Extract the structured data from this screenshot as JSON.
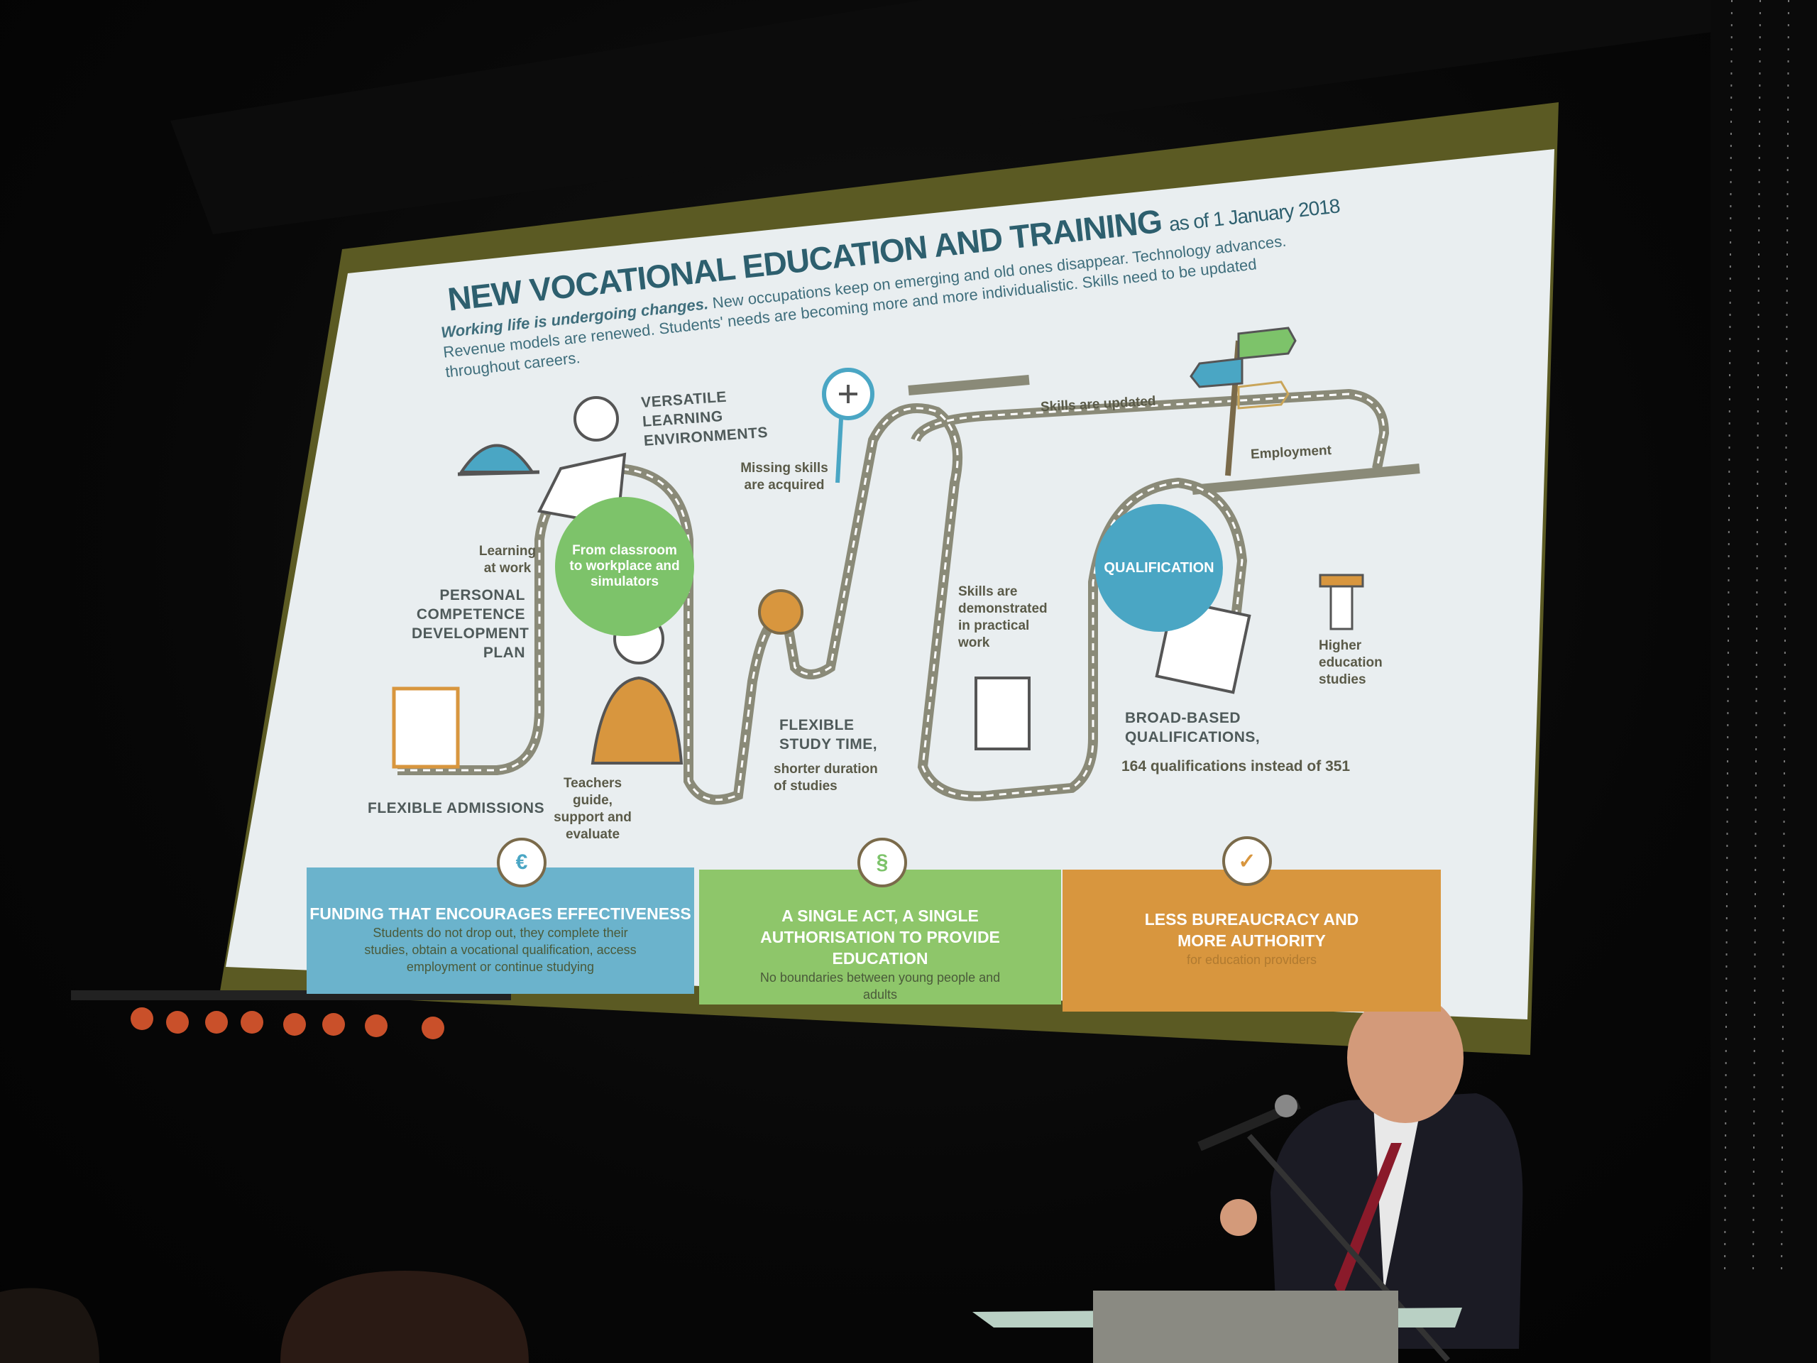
{
  "slide": {
    "title": "NEW VOCATIONAL EDUCATION AND TRAINING",
    "title_suffix": "as of 1 January 2018",
    "intro_bold": "Working life is undergoing changes.",
    "intro_line1": " New occupations keep on emerging and old ones disappear. Technology advances.",
    "intro_line2": "Revenue models are renewed. Students' needs are becoming more and more individualistic. Skills need to be updated",
    "intro_line3": "throughout careers.",
    "labels": {
      "versatile": "VERSATILE LEARNING ENVIRONMENTS",
      "learning_at_work": "Learning at work",
      "personal_plan": "PERSONAL COMPETENCE DEVELOPMENT PLAN",
      "classroom": "From classroom to workplace and simulators",
      "admissions": "FLEXIBLE ADMISSIONS",
      "teachers": "Teachers guide, support and evaluate",
      "missing_skills": "Missing skills are acquired",
      "study_time": "FLEXIBLE STUDY TIME,",
      "study_time_sub": "shorter duration of studies",
      "skills_updated": "Skills are updated",
      "employment": "Employment",
      "qualification": "QUALIFICATION",
      "demonstrated": "Skills are demonstrated in practical work",
      "higher_ed": "Higher education studies",
      "broad": "BROAD-BASED QUALIFICATIONS,",
      "broad_sub": "164 qualifications instead of 351"
    },
    "boxes": [
      {
        "icon": "€",
        "heading": "FUNDING THAT ENCOURAGES EFFECTIVENESS",
        "sub": "Students do not drop out, they complete their studies, obtain a vocational qualification, access employment or continue studying",
        "color": "#6bb3cc"
      },
      {
        "icon": "§",
        "heading": "A SINGLE ACT, A SINGLE AUTHORISATION TO PROVIDE EDUCATION",
        "sub": "No boundaries between young people and adults",
        "color": "#8ec66a"
      },
      {
        "icon": "✓",
        "heading": "LESS BUREAUCRACY AND MORE AUTHORITY",
        "sub": "for education providers",
        "color": "#d8963e"
      }
    ]
  },
  "colors": {
    "frame": "#5a5a22",
    "screen": "#e9eef0",
    "teal": "#4aa6c4",
    "green": "#7dc36a",
    "orange": "#d8963e"
  }
}
